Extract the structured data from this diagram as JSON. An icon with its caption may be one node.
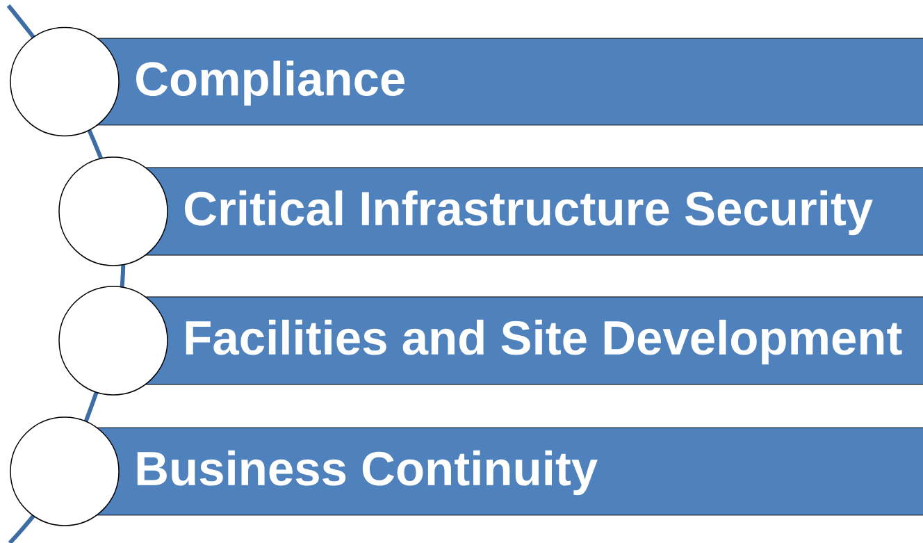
{
  "diagram": {
    "nodes": [
      {
        "text": [
          "Compliance"
        ]
      },
      {
        "text": [
          "Critical Infrastructure Security"
        ]
      },
      {
        "text": [
          "Facilities and Site Development"
        ]
      },
      {
        "text": [
          "Business Continuity"
        ]
      }
    ]
  }
}
